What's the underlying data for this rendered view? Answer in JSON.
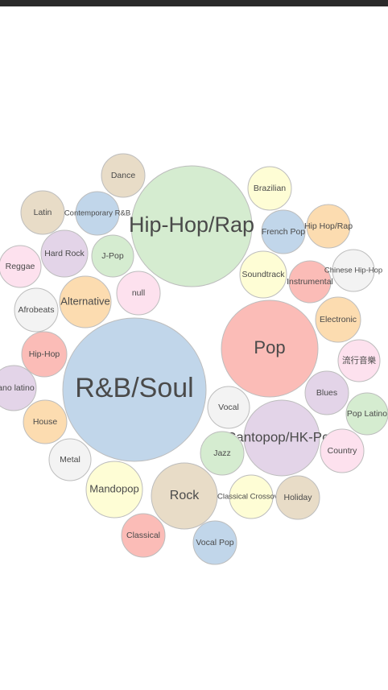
{
  "chart_data": {
    "type": "bubble",
    "title": "",
    "palette": {
      "green": "#d5ecd0",
      "blue": "#c1d6ea",
      "tan": "#e8dcc7",
      "yellow": "#fefdd5",
      "orange": "#fcdcb0",
      "red": "#fbbcb7",
      "pink": "#fde1ee",
      "purple": "#e3d4e8",
      "gray": "#f3f3f3"
    },
    "bubbles": [
      {
        "label": "Hip-Hop/Rap",
        "value": 100,
        "color": "green"
      },
      {
        "label": "R&B/Soul",
        "value": 140,
        "color": "blue"
      },
      {
        "label": "Pop",
        "value": 64,
        "color": "red"
      },
      {
        "label": "Cantopop/HK-Pop",
        "value": 40,
        "color": "purple"
      },
      {
        "label": "Rock",
        "value": 30,
        "color": "tan"
      },
      {
        "label": "Dance",
        "value": 10,
        "color": "tan"
      },
      {
        "label": "Brazilian",
        "value": 10,
        "color": "yellow"
      },
      {
        "label": "Latin",
        "value": 10,
        "color": "tan"
      },
      {
        "label": "Contemporary R&B",
        "value": 10,
        "color": "blue"
      },
      {
        "label": "French Pop",
        "value": 10,
        "color": "blue"
      },
      {
        "label": "Hip Hop/Rap",
        "value": 10,
        "color": "orange"
      },
      {
        "label": "Hard Rock",
        "value": 11,
        "color": "purple"
      },
      {
        "label": "J-Pop",
        "value": 9,
        "color": "green"
      },
      {
        "label": "Reggae",
        "value": 9,
        "color": "pink"
      },
      {
        "label": "Soundtrack",
        "value": 11,
        "color": "yellow"
      },
      {
        "label": "Instrumental",
        "value": 9,
        "color": "red"
      },
      {
        "label": "Chinese Hip-Hop",
        "value": 9,
        "color": "gray"
      },
      {
        "label": "null",
        "value": 10,
        "color": "pink"
      },
      {
        "label": "Alternative",
        "value": 14,
        "color": "orange"
      },
      {
        "label": "Afrobeats",
        "value": 10,
        "color": "gray"
      },
      {
        "label": "Electronic",
        "value": 10,
        "color": "orange"
      },
      {
        "label": "Hip-Hop",
        "value": 10,
        "color": "red"
      },
      {
        "label": "流行音樂",
        "value": 9,
        "color": "pink"
      },
      {
        "label": "Blues",
        "value": 10,
        "color": "purple"
      },
      {
        "label": "Música tropical / piano latino",
        "display": "pano latino",
        "value": 11,
        "color": "purple"
      },
      {
        "label": "Vocal",
        "value": 9,
        "color": "gray"
      },
      {
        "label": "Pop Latino",
        "value": 9,
        "color": "green"
      },
      {
        "label": "House",
        "value": 10,
        "color": "orange"
      },
      {
        "label": "Country",
        "value": 9,
        "color": "pink"
      },
      {
        "label": "Metal",
        "value": 9,
        "color": "gray"
      },
      {
        "label": "Jazz",
        "value": 10,
        "color": "green"
      },
      {
        "label": "Mandopop",
        "value": 17,
        "color": "yellow"
      },
      {
        "label": "Classical Crossover",
        "value": 9,
        "color": "yellow"
      },
      {
        "label": "Holiday",
        "value": 10,
        "color": "tan"
      },
      {
        "label": "Classical",
        "value": 10,
        "color": "red"
      },
      {
        "label": "Vocal Pop",
        "value": 10,
        "color": "blue"
      }
    ]
  }
}
